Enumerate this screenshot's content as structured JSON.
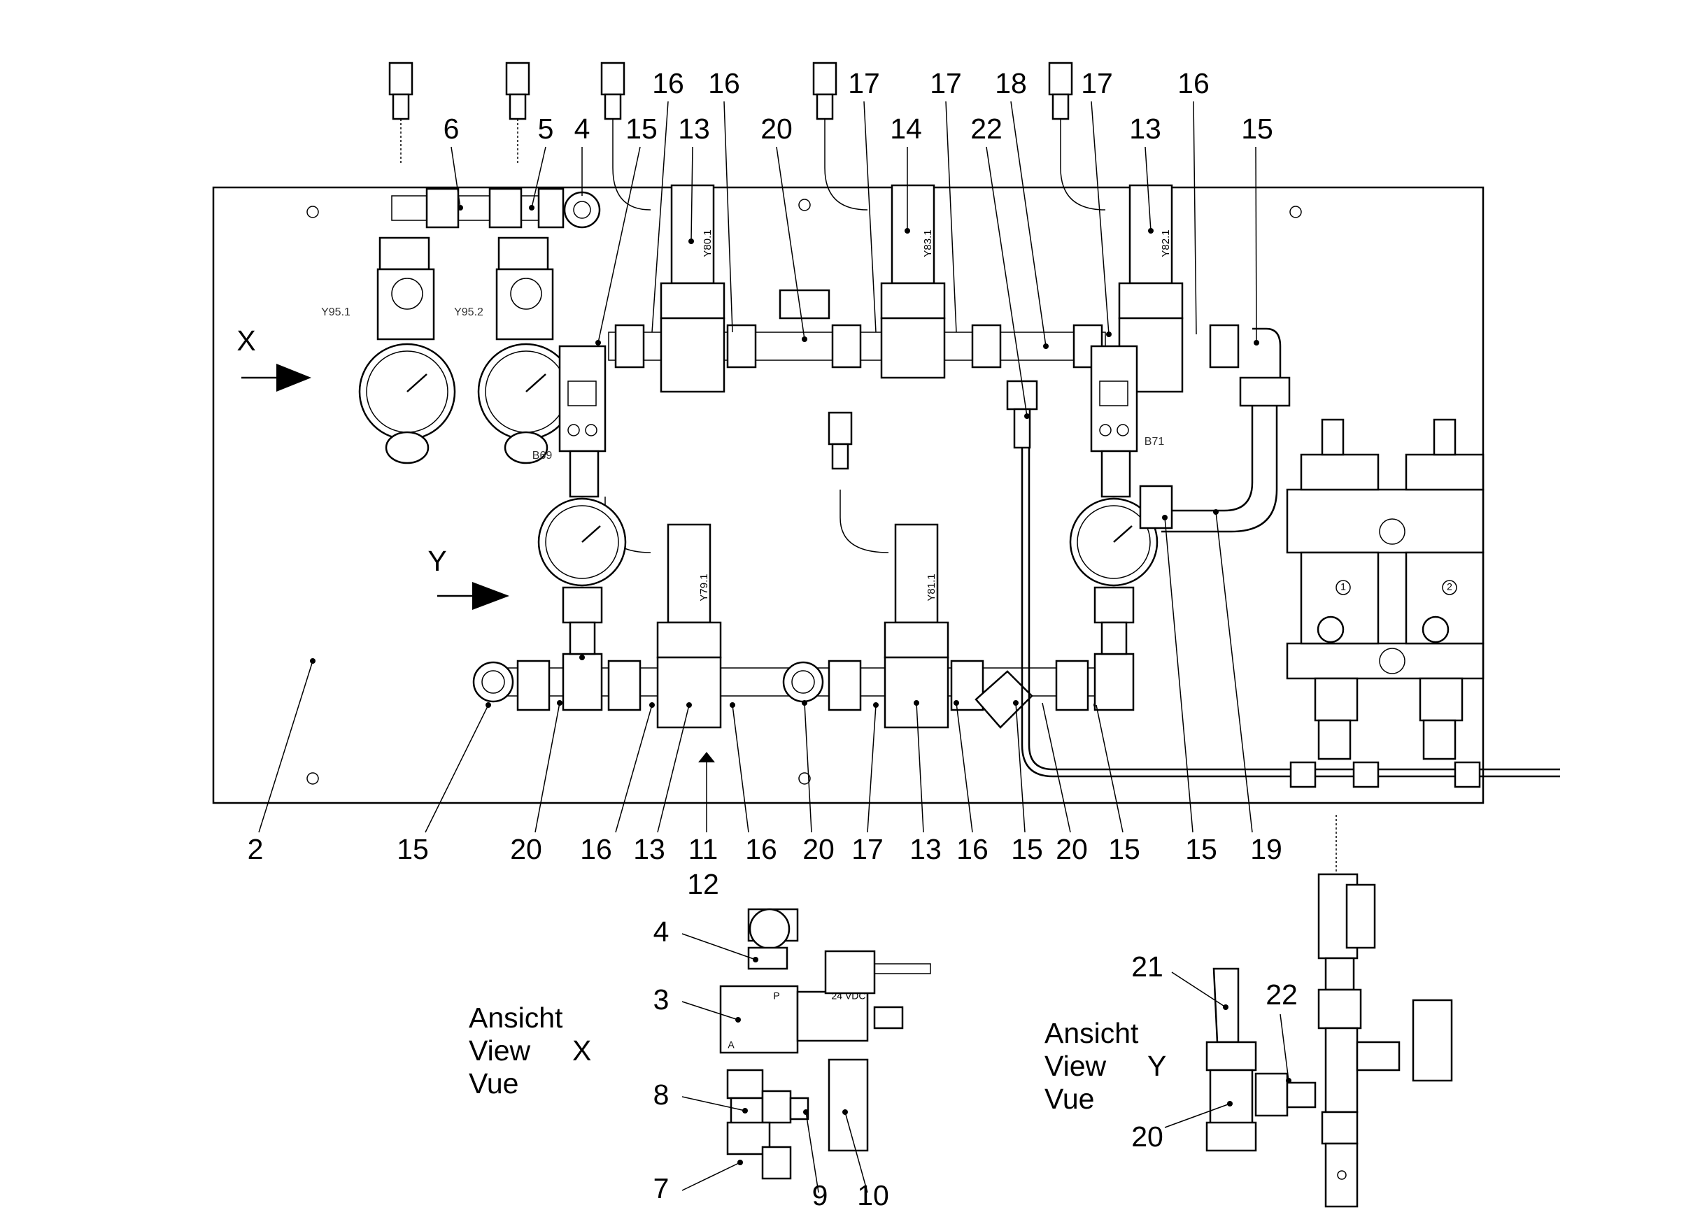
{
  "callouts_top": {
    "c6": "6",
    "c5": "5",
    "c4": "4",
    "c15a": "15",
    "c16a": "16",
    "c16b": "16",
    "c13a": "13",
    "c20a": "20",
    "c17a": "17",
    "c14": "14",
    "c17b": "17",
    "c22": "22",
    "c18": "18",
    "c17c": "17",
    "c13b": "13",
    "c16c": "16",
    "c15b": "15"
  },
  "callouts_bottom": {
    "c2": "2",
    "c15c": "15",
    "c20b": "20",
    "c16d": "16",
    "c13c": "13",
    "c11": "11",
    "c12": "12",
    "c16e": "16",
    "c20c": "20",
    "c17d": "17",
    "c13d": "13",
    "c16f": "16",
    "c15d": "15",
    "c20d": "20",
    "c15e": "15",
    "c15f": "15",
    "c19": "19"
  },
  "arrows": {
    "x": "X",
    "y": "Y"
  },
  "valve_tags": {
    "y95_1": "Y95.1",
    "y95_2": "Y95.2",
    "b69": "B69",
    "b71": "B71",
    "y80_1": "Y80.1",
    "y83_1": "Y83.1",
    "y82_1": "Y82.1",
    "y79_1": "Y79.1",
    "y81_1": "Y81.1"
  },
  "view_x": {
    "line1": "Ansicht",
    "line2": "View",
    "line3": "Vue",
    "letter": "X",
    "c4": "4",
    "c3": "3",
    "c8": "8",
    "c7": "7",
    "c9": "9",
    "c10": "10",
    "coil_voltage": "24 VDC",
    "port_p": "P",
    "port_a": "A"
  },
  "view_y": {
    "line1": "Ansicht",
    "line2": "View",
    "line3": "Vue",
    "letter": "Y",
    "c21": "21",
    "c22": "22",
    "c20": "20"
  },
  "pump_labels": {
    "p1": "1",
    "p2": "2"
  }
}
